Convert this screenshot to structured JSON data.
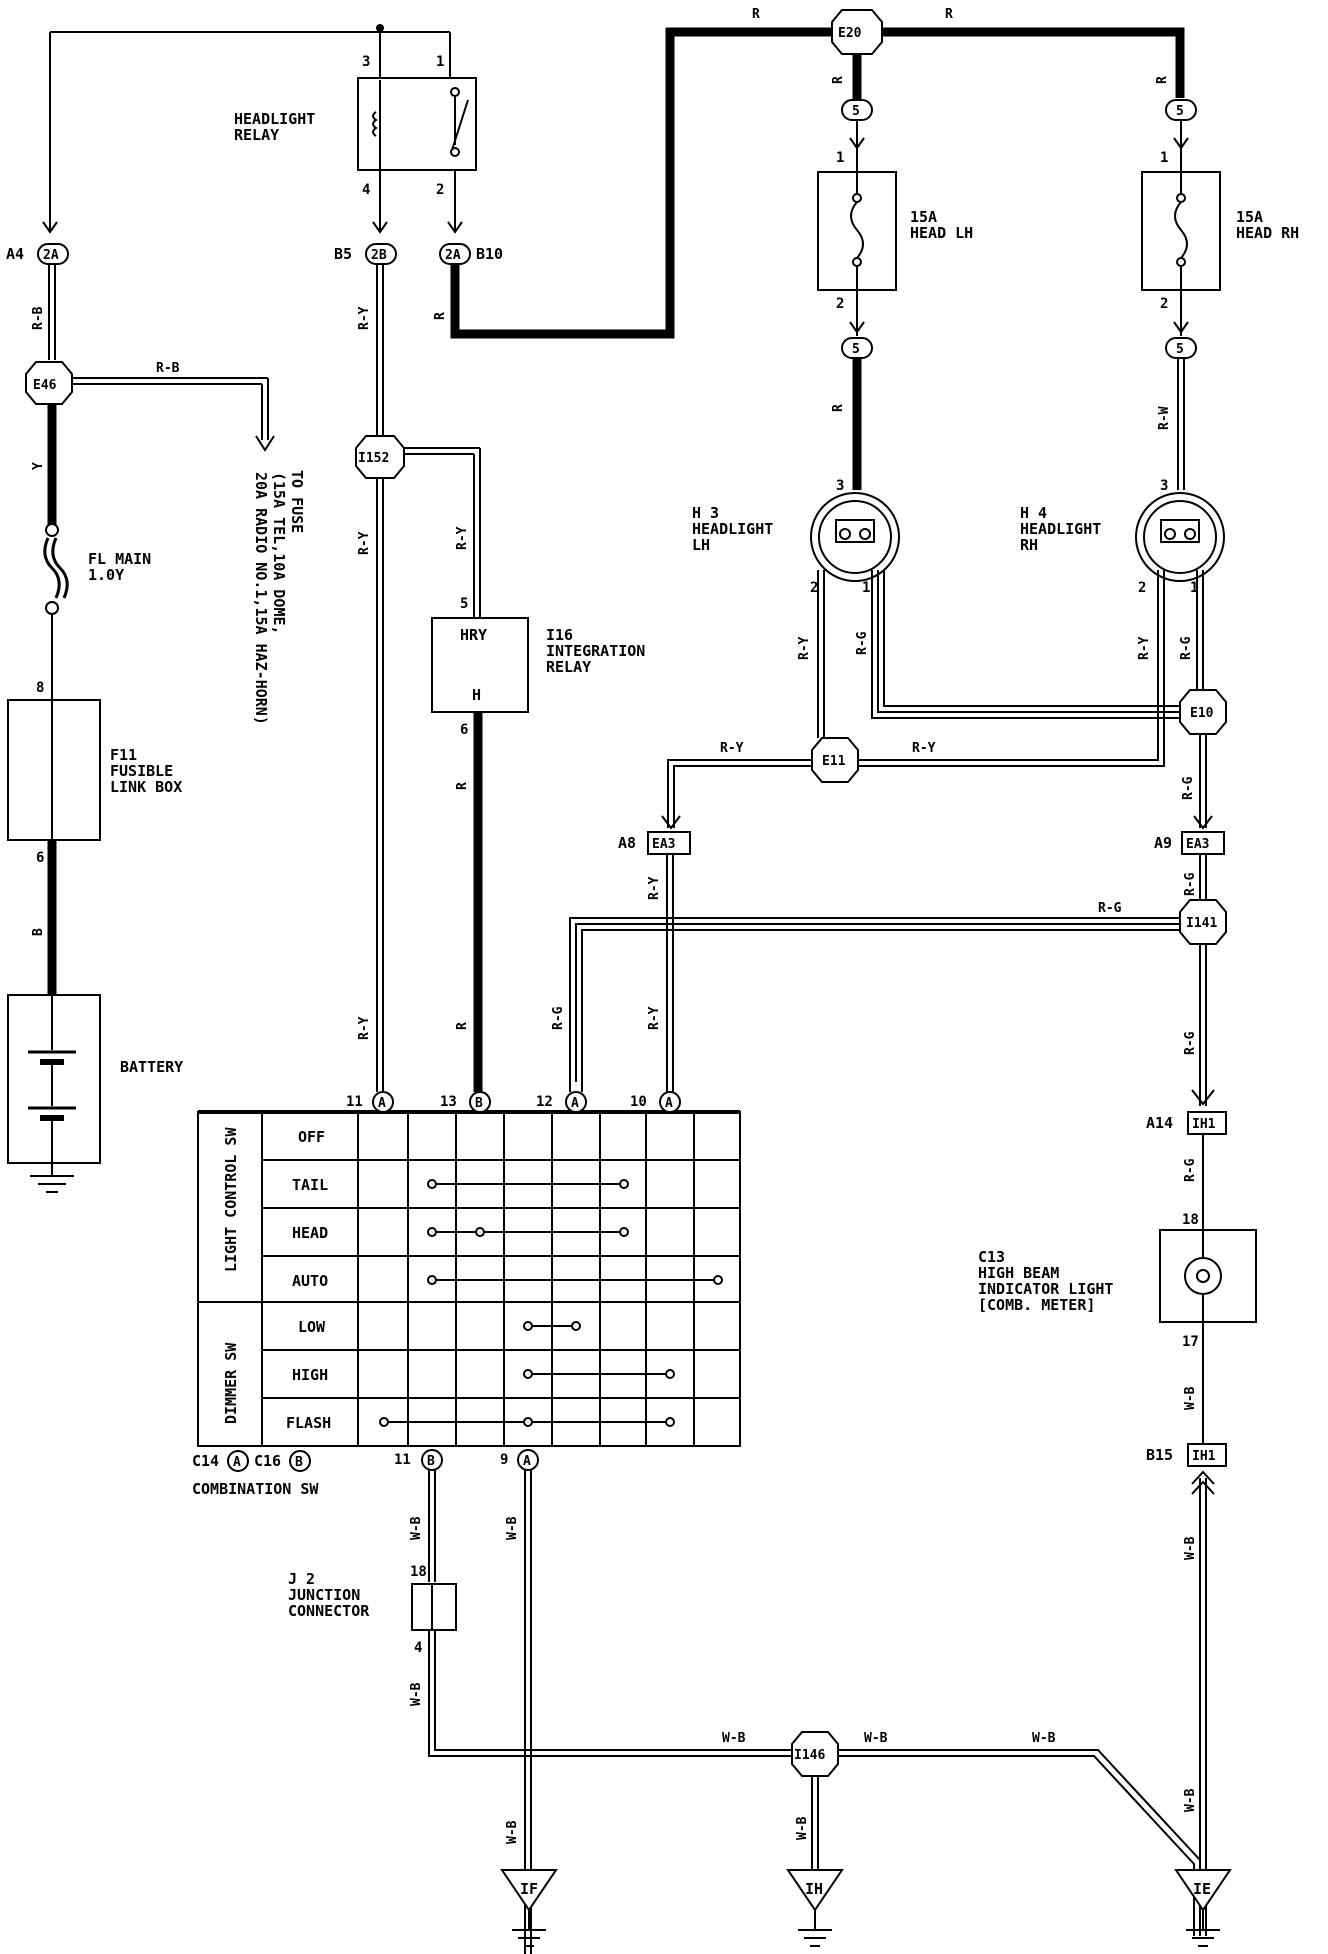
{
  "relay": {
    "title1": "HEADLIGHT",
    "title2": "RELAY",
    "pin3": "3",
    "pin1": "1",
    "pin4": "4",
    "pin2": "2"
  },
  "connectors": {
    "a4": "A4",
    "c2a_left": "2A",
    "b5": "B5",
    "c2b": "2B",
    "c2a_right": "2A",
    "b10": "B10",
    "e20": "E20",
    "e46": "E46",
    "i152": "I152",
    "e10": "E10",
    "e11": "E11",
    "i141": "I141",
    "i146": "I146",
    "a8": "A8",
    "ea3_left": "EA3",
    "a9": "A9",
    "ea3_right": "EA3",
    "a14": "A14",
    "ih1_top": "IH1",
    "b15": "B15",
    "ih1_bottom": "IH1",
    "five": "5"
  },
  "wires": {
    "r": "R",
    "rb": "R-B",
    "ry": "R-Y",
    "rg": "R-G",
    "rw": "R-W",
    "wb": "W-B",
    "y": "Y",
    "b": "B"
  },
  "fuses": {
    "lh_rating": "15A",
    "lh_name": "HEAD LH",
    "rh_rating": "15A",
    "rh_name": "HEAD RH",
    "pin1": "1",
    "pin2": "2"
  },
  "fl_main": {
    "name": "FL MAIN",
    "value": "1.0Y"
  },
  "to_fuse": {
    "line1": "TO FUSE",
    "line2": "(15A TEL,10A DOME,",
    "line3": "20A RADIO NO.1,15A HAZ-HORN)"
  },
  "f11": {
    "id": "F11",
    "name1": "FUSIBLE",
    "name2": "LINK BOX",
    "pin8": "8",
    "pin6": "6"
  },
  "battery": {
    "name": "BATTERY"
  },
  "headlight_lh": {
    "id": "H 3",
    "name1": "HEADLIGHT",
    "name2": "LH",
    "pin3": "3",
    "pin2": "2",
    "pin1": "1"
  },
  "headlight_rh": {
    "id": "H 4",
    "name1": "HEADLIGHT",
    "name2": "RH",
    "pin3": "3",
    "pin2": "2",
    "pin1": "1"
  },
  "i16": {
    "id": "I16",
    "name1": "INTEGRATION",
    "name2": "RELAY",
    "hry": "HRY",
    "h": "H",
    "pin5": "5",
    "pin6": "6"
  },
  "switch": {
    "pins": [
      {
        "num": "11",
        "tag": "A"
      },
      {
        "num": "13",
        "tag": "B"
      },
      {
        "num": "12",
        "tag": "A"
      },
      {
        "num": "10",
        "tag": "A"
      }
    ],
    "bottom_pins": [
      {
        "num": "11",
        "tag": "B"
      },
      {
        "num": "9",
        "tag": "A"
      }
    ],
    "group1": "LIGHT CONTROL SW",
    "group2": "DIMMER SW",
    "rows": [
      "OFF",
      "TAIL",
      "HEAD",
      "AUTO",
      "LOW",
      "HIGH",
      "FLASH"
    ],
    "caption_c14": "C14",
    "caption_a": "A",
    "caption_c16": "C16",
    "caption_b": "B",
    "caption_name": "COMBINATION SW"
  },
  "c13": {
    "id": "C13",
    "name1": "HIGH BEAM",
    "name2": "INDICATOR LIGHT",
    "name3": "[COMB. METER]",
    "pin18": "18",
    "pin17": "17"
  },
  "j2": {
    "id": "J 2",
    "name1": "JUNCTION",
    "name2": "CONNECTOR",
    "pin18": "18",
    "pin4": "4"
  },
  "grounds": {
    "if": "IF",
    "ih": "IH",
    "ie": "IE"
  }
}
